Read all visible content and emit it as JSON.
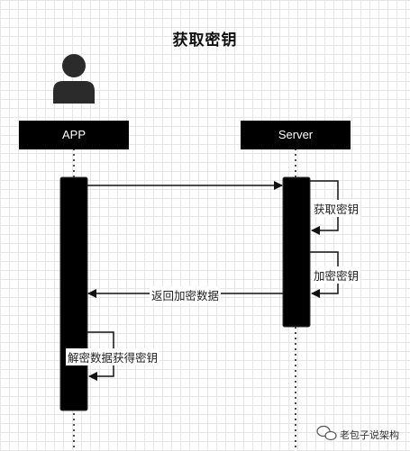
{
  "diagram": {
    "title": "获取密钥",
    "participants": {
      "app": {
        "label": "APP"
      },
      "server": {
        "label": "Server"
      }
    },
    "messages": {
      "request": {
        "from": "APP",
        "to": "Server",
        "label": ""
      },
      "get_key": {
        "self": "Server",
        "label": "获取密钥"
      },
      "encrypt_key": {
        "self": "Server",
        "label": "加密密钥"
      },
      "return_data": {
        "from": "Server",
        "to": "APP",
        "label": "返回加密数据"
      },
      "decrypt": {
        "self": "APP",
        "label": "解密数据获得密钥"
      }
    },
    "icons": {
      "actor": "user-icon",
      "watermark": "wechat-icon"
    }
  },
  "watermark": {
    "text": "老包子说架构"
  }
}
